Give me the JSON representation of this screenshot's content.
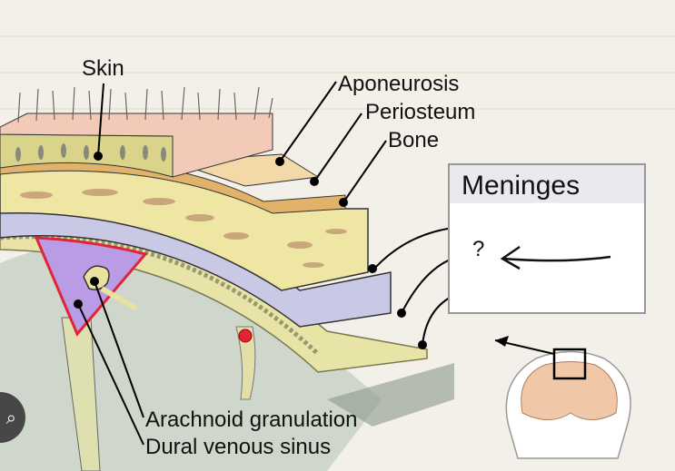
{
  "labels": {
    "skin": "Skin",
    "aponeurosis": "Aponeurosis",
    "periosteum": "Periosteum",
    "bone": "Bone",
    "meninges": "Meninges",
    "question": "?",
    "arachnoid_granulation": "Arachnoid granulation",
    "dural_venous_sinus": "Dural venous sinus"
  },
  "colors": {
    "skin_top": "#f3c9b8",
    "skin_band": "#d9d48a",
    "bone": "#efe6a3",
    "bone_spots": "#c9a77c",
    "dura": "#c9c9e6",
    "arachnoid": "#e8e4a8",
    "pia": "#e6e2b0",
    "brain": "#cfd6cc",
    "sinus": "#b99be6",
    "sinus_border": "#e0253a",
    "background": "#f3f0ea"
  },
  "icons": {
    "corner_button": "image-search-icon",
    "arrow": "arrow-left-icon",
    "brain_thumbnail": "brain-section-icon"
  }
}
